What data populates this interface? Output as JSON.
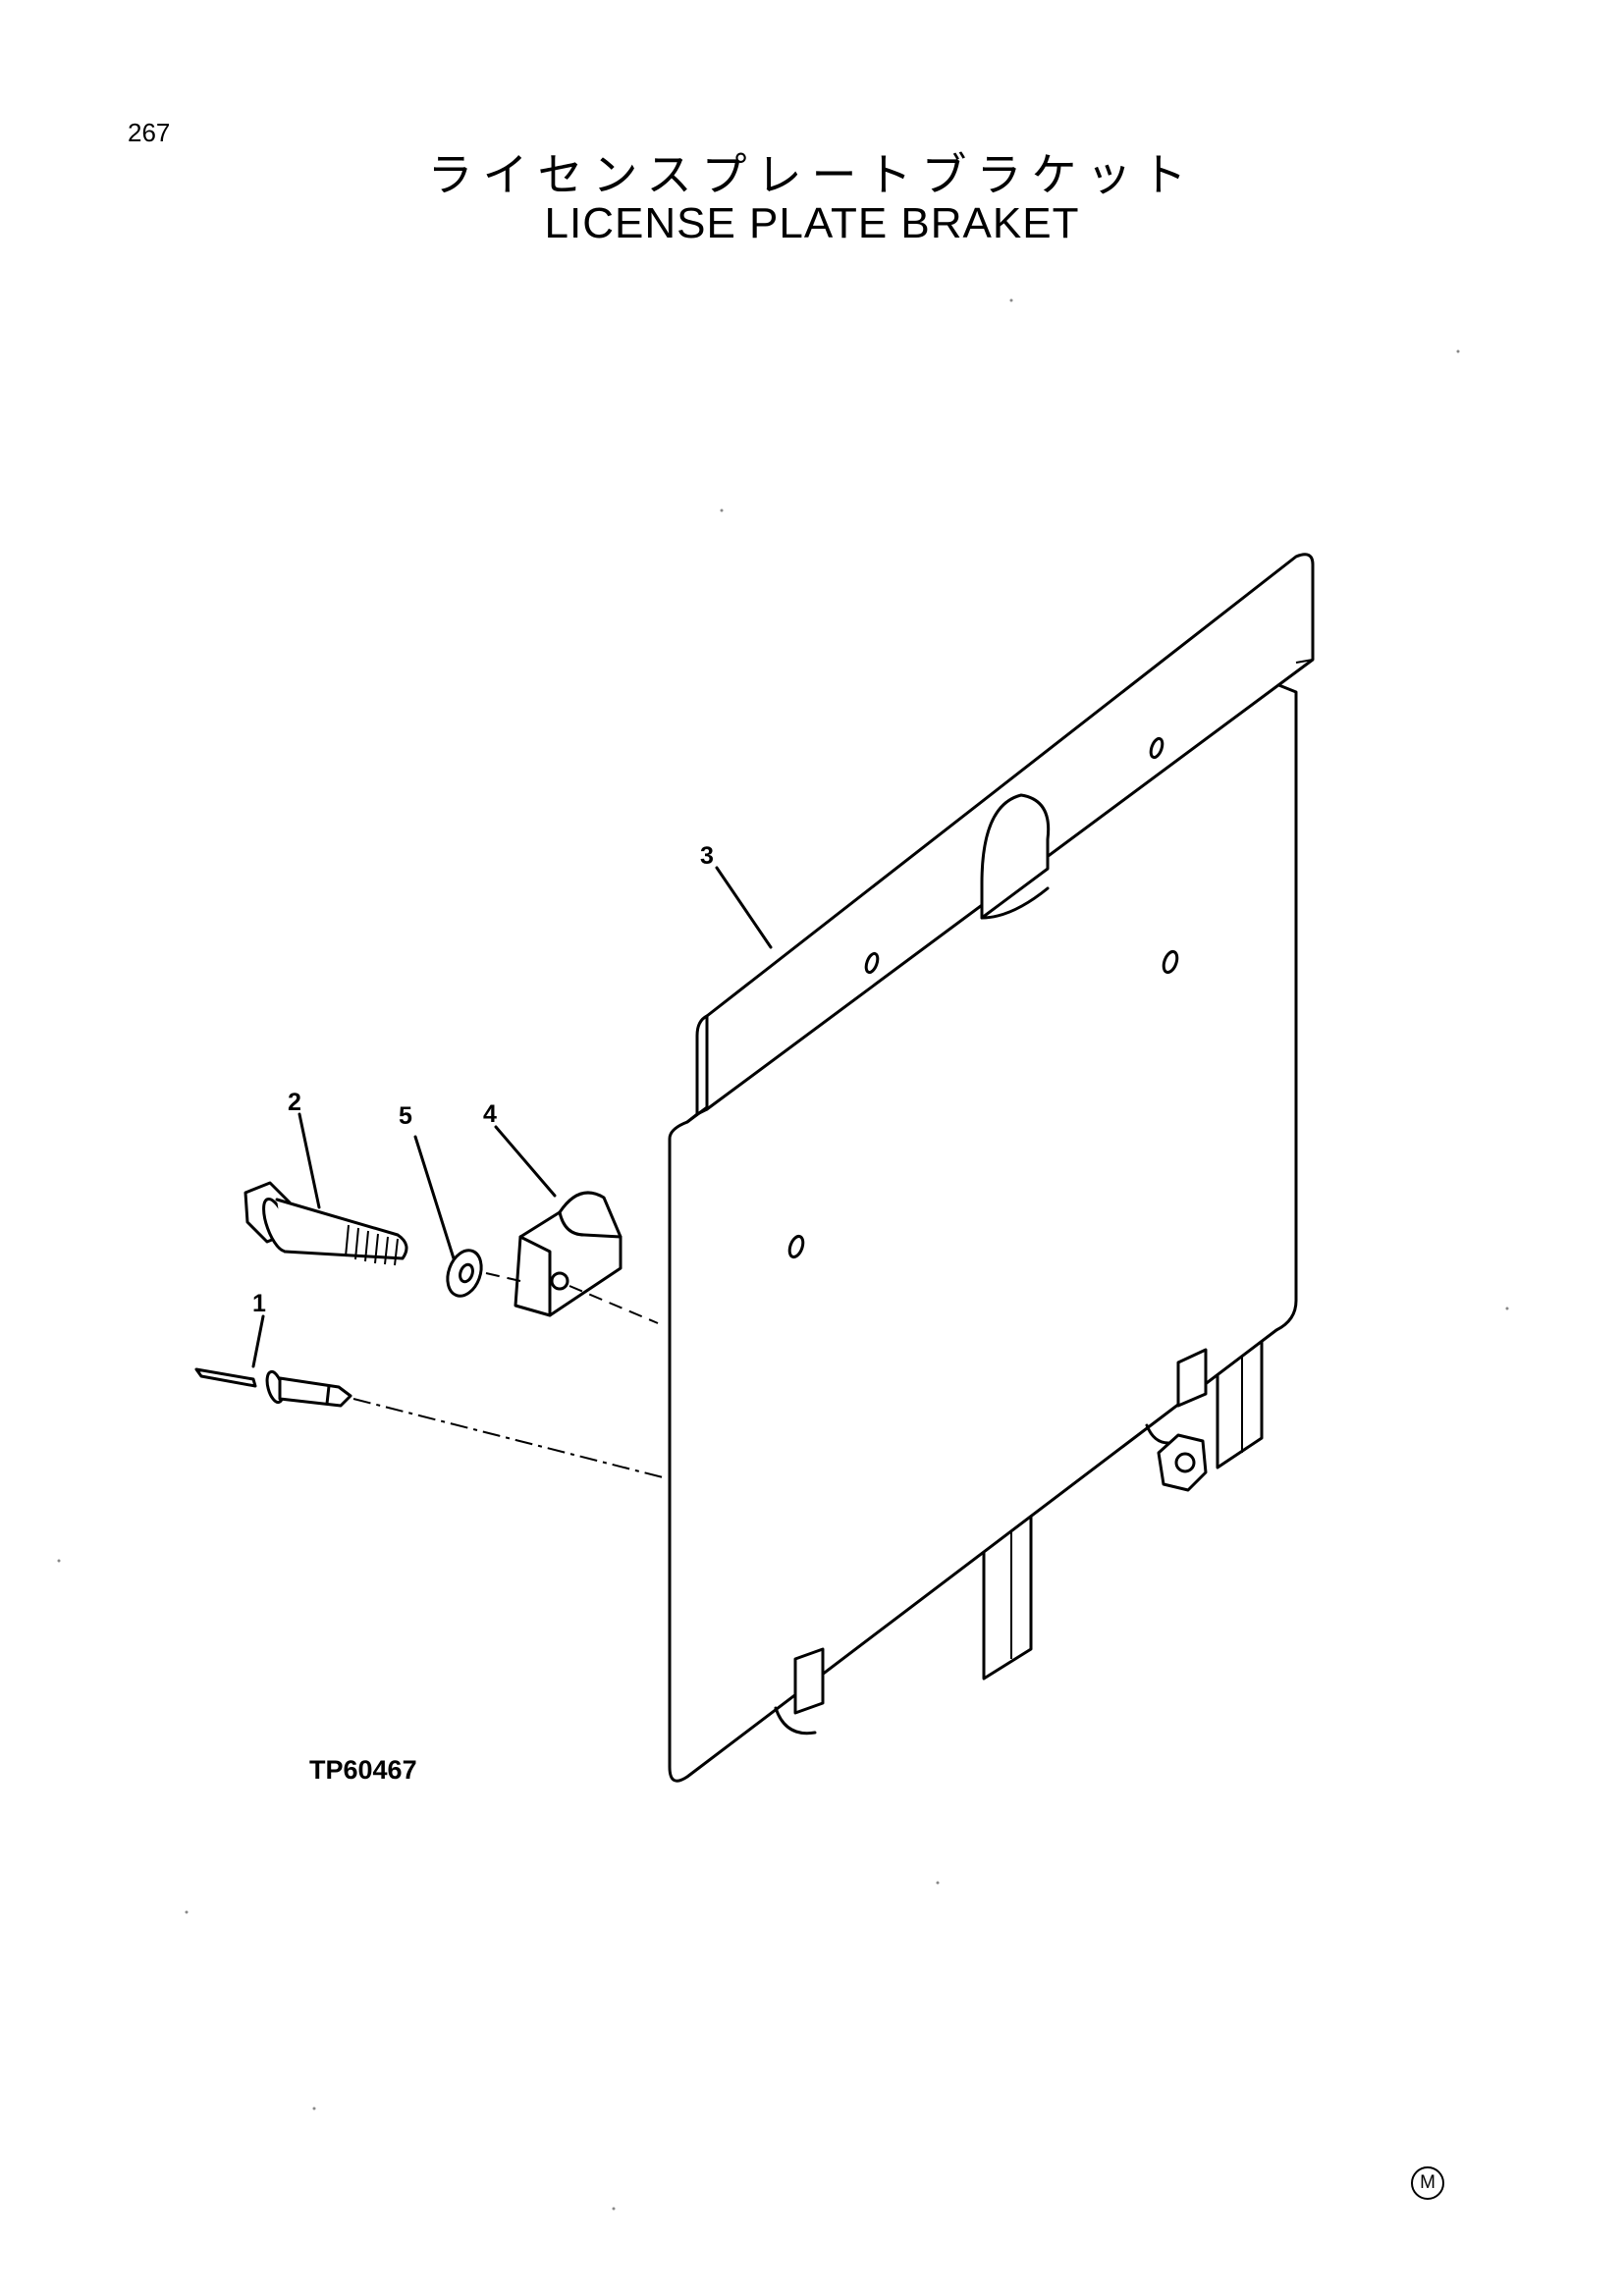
{
  "page_number": "267",
  "title_jp": "ライセンスプレートブラケット",
  "title_en": "LICENSE PLATE BRAKET",
  "figure_code": "TP60467",
  "corner_mark": "M",
  "callouts": [
    {
      "id": "1",
      "label": "1"
    },
    {
      "id": "2",
      "label": "2"
    },
    {
      "id": "3",
      "label": "3"
    },
    {
      "id": "4",
      "label": "4"
    },
    {
      "id": "5",
      "label": "5"
    }
  ]
}
